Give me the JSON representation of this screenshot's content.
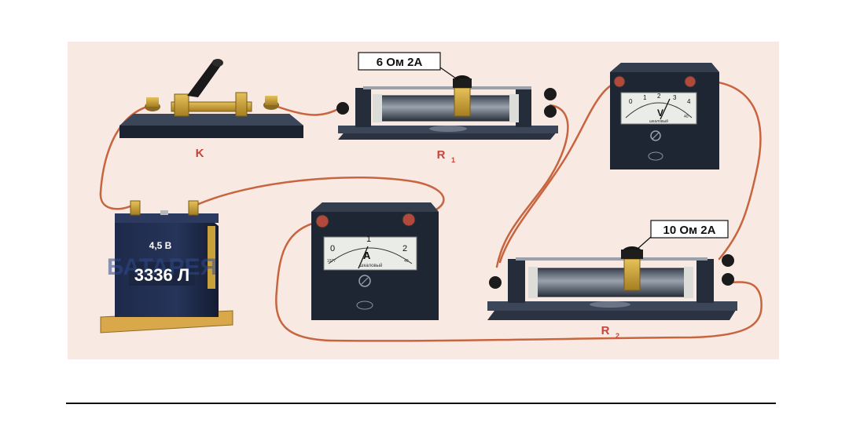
{
  "labels": {
    "switch": "K",
    "rheostat1": "R",
    "rheostat1_sub": "1",
    "rheostat2": "R",
    "rheostat2_sub": "2",
    "rheostat1_rating": "6 Ом 2А",
    "rheostat2_rating": "10 Ом 2А"
  },
  "battery": {
    "voltage": "4,5 В",
    "brand": "БАТАРЕЯ",
    "model": "3336 Л"
  },
  "ammeter": {
    "unit": "А",
    "scale": [
      "0",
      "1",
      "2"
    ],
    "caption": "шкаловый",
    "year": "1977",
    "code": "40"
  },
  "voltmeter": {
    "unit": "V",
    "scale": [
      "0",
      "1",
      "2",
      "3",
      "4"
    ],
    "caption": "шкаловый",
    "code": "40"
  },
  "colors": {
    "background": "#f8e9e2",
    "wire": "#c8643e",
    "device_dark": "#1f2633",
    "brass": "#c8a23a",
    "terminal_red": "#b24a3c",
    "label_red": "#c8443a"
  }
}
